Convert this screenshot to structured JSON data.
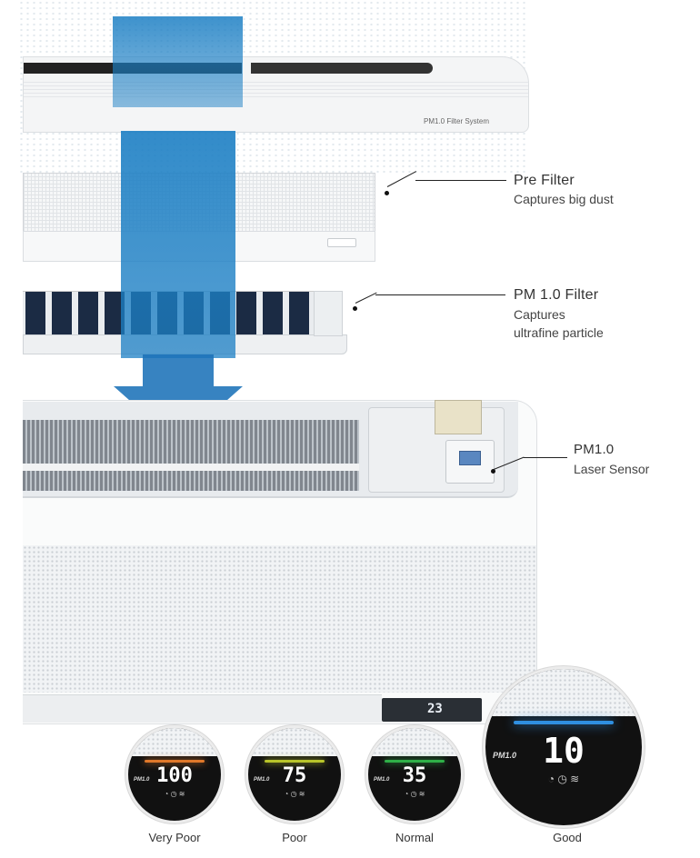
{
  "front_panel": {
    "brand_text": "PM1.0 Filter System"
  },
  "callouts": {
    "pre_filter": {
      "title": "Pre Filter",
      "desc": "Captures big dust"
    },
    "pm_filter": {
      "title": "PM 1.0 Filter",
      "desc_line1": "Captures",
      "desc_line2": "ultrafine particle"
    },
    "sensor": {
      "title": "PM1.0",
      "desc": "Laser Sensor"
    }
  },
  "unit_display": {
    "value": "23"
  },
  "levels": [
    {
      "value": "100",
      "label": "Very Poor",
      "color": "#e0782a",
      "icon": "pm-display-icons"
    },
    {
      "value": "75",
      "label": "Poor",
      "color": "#b8c52a",
      "icon": "pm-display-icons"
    },
    {
      "value": "35",
      "label": "Normal",
      "color": "#2fb048",
      "icon": "pm-display-icons"
    },
    {
      "value": "10",
      "label": "Good",
      "color": "#2f8fe0",
      "icon": "pm-display-icons"
    }
  ],
  "pm_badge": "PM1.0",
  "colors": {
    "airflow": "#1c7fc4",
    "arrow": "#1b72b8"
  }
}
